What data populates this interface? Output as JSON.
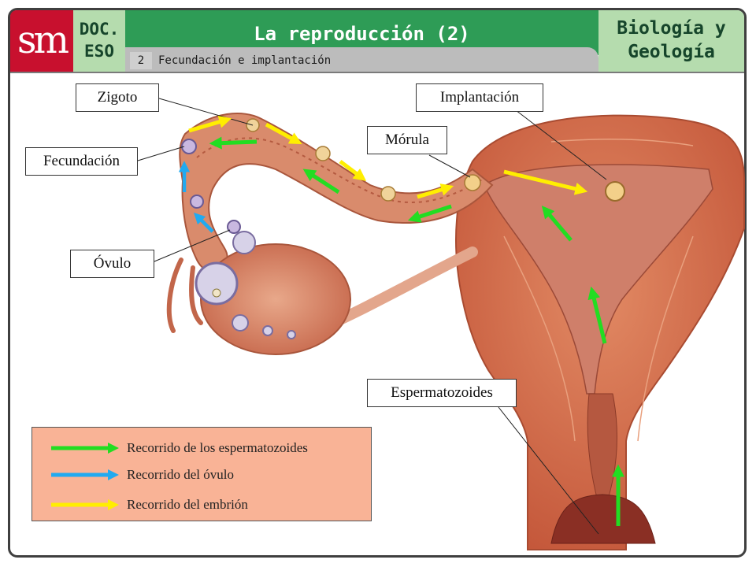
{
  "header": {
    "logo_text": "sm",
    "doc_line1": "DOC.",
    "doc_line2": "ESO",
    "title": "La reproducción (2)",
    "section_number": "2",
    "section_title": "Fecundación e implantación",
    "subject_line1": "Biología y",
    "subject_line2": "Geología"
  },
  "labels": {
    "zigoto": "Zigoto",
    "implantacion": "Implantación",
    "morula": "Mórula",
    "fecundacion": "Fecundación",
    "ovulo": "Óvulo",
    "espermatozoides": "Espermatozoides"
  },
  "legend": {
    "items": [
      {
        "text": "Recorrido de los espermatozoides",
        "color": "#22dd22"
      },
      {
        "text": "Recorrido del óvulo",
        "color": "#21aaf0"
      },
      {
        "text": "Recorrido del embrión",
        "color": "#ffee00"
      }
    ]
  },
  "colors": {
    "sperm_path": "#22dd22",
    "ovum_path": "#21aaf0",
    "embryo_path": "#ffee00",
    "brand_red": "#c8102e",
    "header_green": "#2e9c56",
    "header_light_green": "#b5dcae",
    "legend_bg": "#f9b396"
  }
}
